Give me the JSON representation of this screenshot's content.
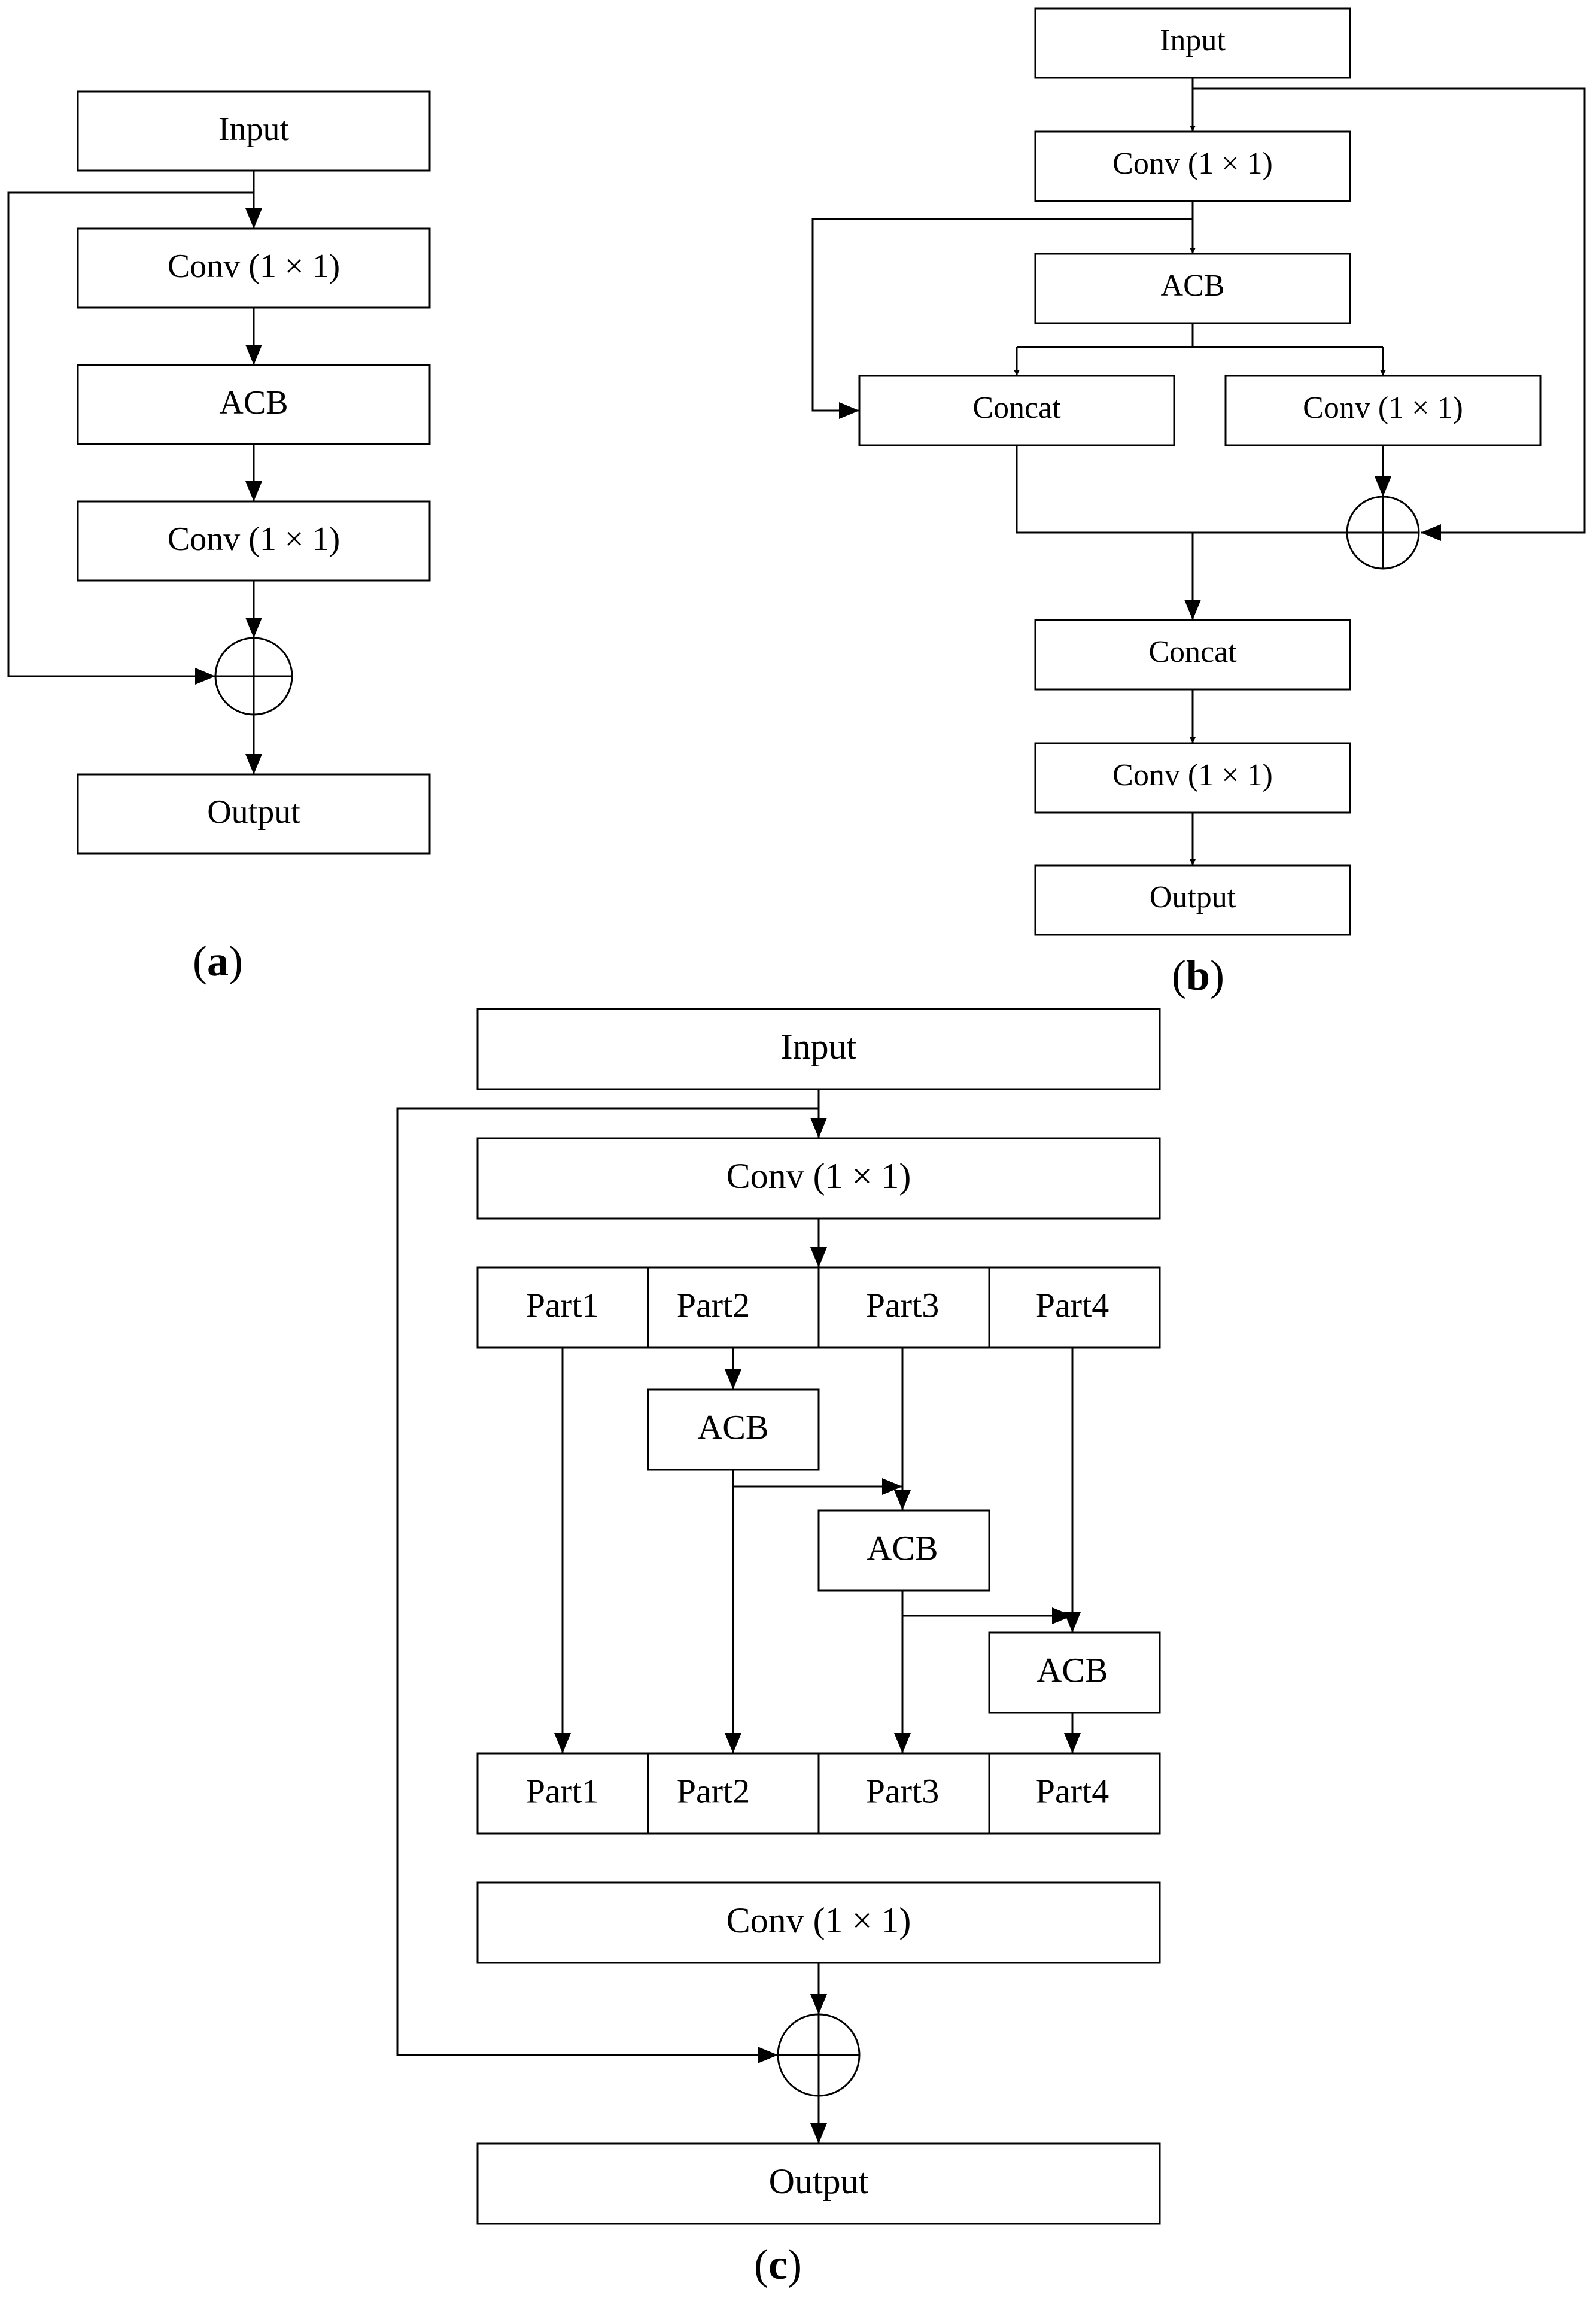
{
  "colors": {
    "stroke": "#000000",
    "background": "#ffffff"
  },
  "diagrams": {
    "a": {
      "caption_letter": "a",
      "input": "Input",
      "conv1": "Conv (1 × 1)",
      "acb": "ACB",
      "conv2": "Conv (1 × 1)",
      "output": "Output"
    },
    "b": {
      "caption_letter": "b",
      "input": "Input",
      "conv1": "Conv (1 × 1)",
      "acb": "ACB",
      "concat1": "Concat",
      "conv2": "Conv (1 × 1)",
      "concat2": "Concat",
      "conv3": "Conv (1 × 1)",
      "output": "Output"
    },
    "c": {
      "caption_letter": "c",
      "input": "Input",
      "conv1": "Conv (1 × 1)",
      "parts_top": [
        "Part1",
        "Part2",
        "Part3",
        "Part4"
      ],
      "acb1": "ACB",
      "acb2": "ACB",
      "acb3": "ACB",
      "parts_bottom": [
        "Part1",
        "Part2",
        "Part3",
        "Part4"
      ],
      "conv2": "Conv (1 × 1)",
      "output": "Output"
    }
  }
}
